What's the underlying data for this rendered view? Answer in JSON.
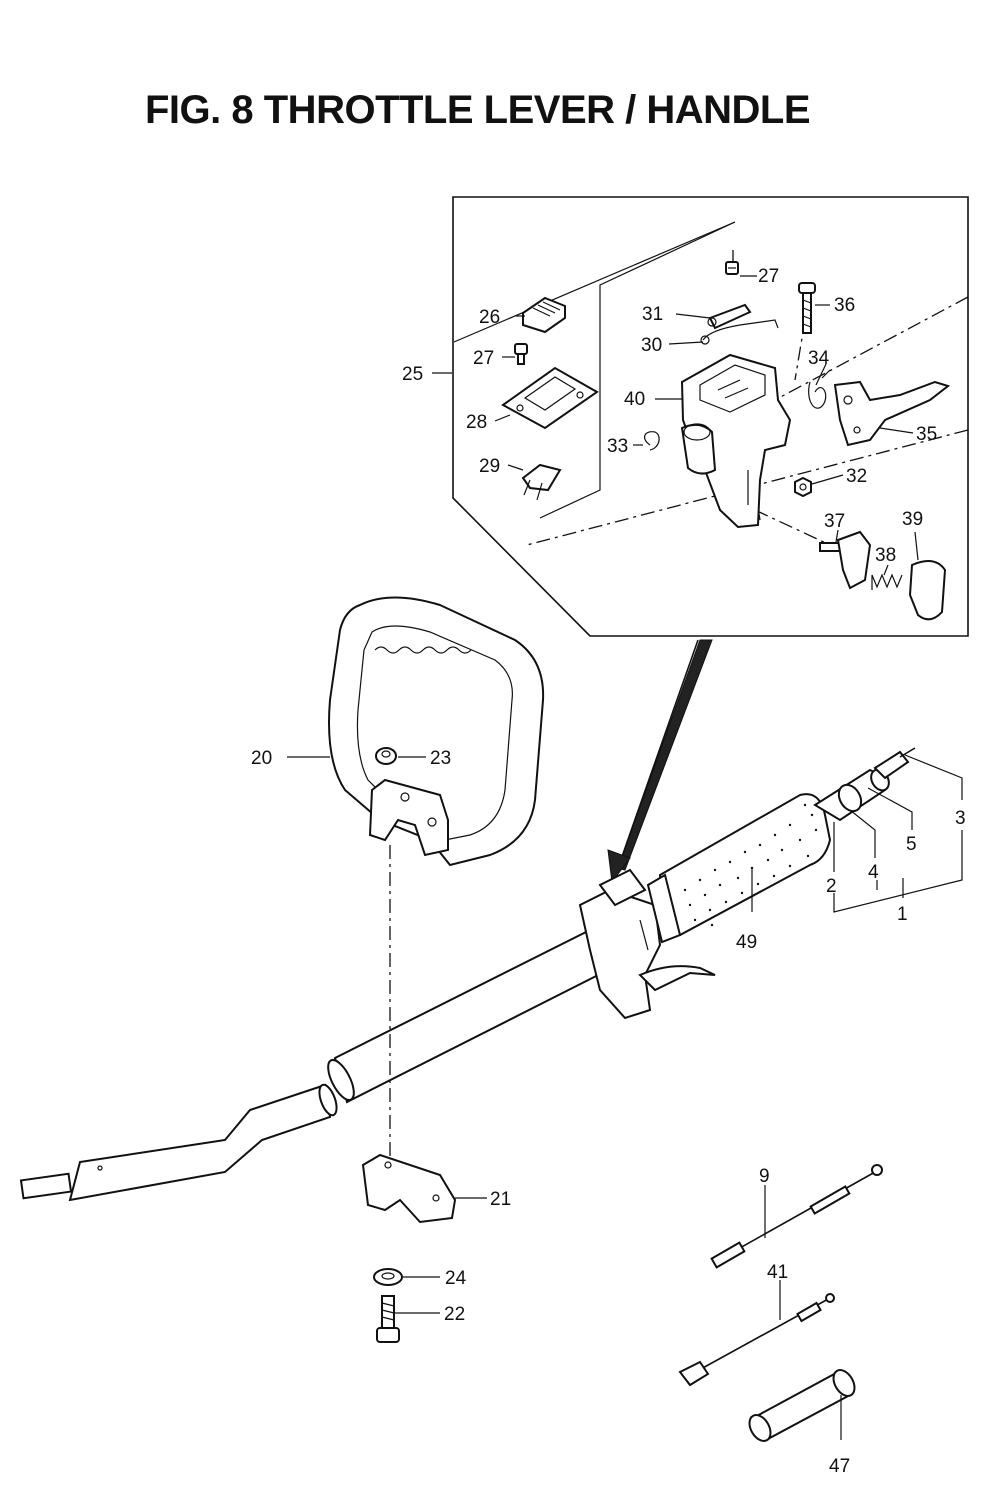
{
  "title": "FIG. 8  THROTTLE LEVER / HANDLE",
  "colors": {
    "ink": "#111111",
    "paper": "#ffffff"
  },
  "callouts": {
    "c1": "1",
    "c2": "2",
    "c3": "3",
    "c4": "4",
    "c5": "5",
    "c9": "9",
    "c20": "20",
    "c21": "21",
    "c22": "22",
    "c23": "23",
    "c24": "24",
    "c25": "25",
    "c26": "26",
    "c27a": "27",
    "c27b": "27",
    "c28": "28",
    "c29": "29",
    "c30": "30",
    "c31": "31",
    "c32": "32",
    "c33": "33",
    "c34": "34",
    "c35": "35",
    "c36": "36",
    "c37": "37",
    "c38": "38",
    "c39": "39",
    "c40": "40",
    "c41": "41",
    "c47": "47",
    "c49": "49"
  }
}
